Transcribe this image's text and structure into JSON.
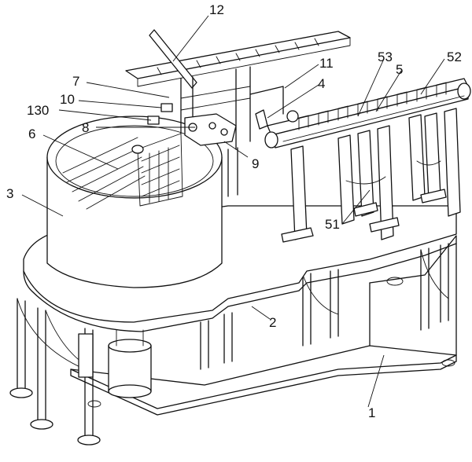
{
  "labels": {
    "l1": "1",
    "l2": "2",
    "l3": "3",
    "l4": "4",
    "l5": "5",
    "l6": "6",
    "l7": "7",
    "l8": "8",
    "l9": "9",
    "l10": "10",
    "l11": "11",
    "l12": "12",
    "l51": "51",
    "l52": "52",
    "l53": "53",
    "l130": "130"
  }
}
